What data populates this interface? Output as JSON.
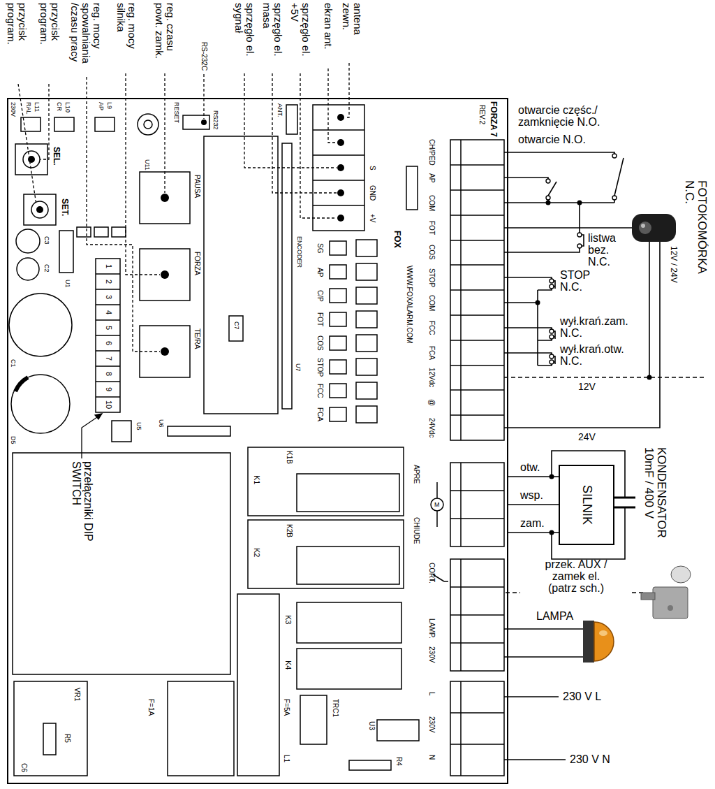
{
  "diagram": {
    "nodes": [
      {
        "text": [
          "FORZA 7"
        ]
      },
      {
        "text": [
          "SILNIK"
        ]
      }
    ],
    "edges": [
      {
        "from": 1,
        "to": 0,
        "arrow": "none",
        "label": "otw."
      },
      {
        "from": 1,
        "to": 0,
        "arrow": "none",
        "label": "wsp."
      },
      {
        "from": 1,
        "to": 0,
        "arrow": "none",
        "label": "zam."
      }
    ],
    "labels": [
      "antena zewn.",
      "ekran ant.",
      "sprzęgło el. +5V",
      "sprzęgło el. masa",
      "sprzęgło el. sygnał",
      "RS-232C",
      "reg. czasu powt. zamk.",
      "reg. mocy silnika",
      "reg. mocy spowalniania /czasu pracy",
      "przycisk program.",
      "przycisk program.",
      "otwarcie częśc./ zamknięcie N.O.",
      "otwarcie N.O.",
      "listwa bez. N.C.",
      "STOP N.C.",
      "wył.krań.zam. N.C.",
      "wył.krań.otw. N.C.",
      "FOTOKOMÓRKA N.C.",
      "12V / 24V",
      "12V",
      "24V",
      "KONDENSATOR 10mF / 400 V",
      "przek. AUX / zamek el. (patrz sch.)",
      "LAMPA",
      "230 V L",
      "230 V N",
      "przełączniki DIP SWITCH",
      "REV.2",
      "230V",
      "RAL",
      "L11",
      "CR",
      "L10",
      "AP",
      "L9",
      "RESET",
      "RS232",
      "ANT.",
      "SEL.",
      "SET.",
      "U11",
      "PAUSA",
      "FORZA",
      "TE/RA",
      "C3",
      "C2",
      "U1",
      "C1",
      "D5",
      "1",
      "2",
      "3",
      "4",
      "5",
      "6",
      "7",
      "8",
      "9",
      "10",
      "C7",
      "ENCODER",
      "U7",
      "S",
      "GND",
      "+V",
      "SG",
      "AP",
      "C/P",
      "FOT",
      "COS",
      "STOP",
      "FCC",
      "FCA",
      "FOX",
      "WWW.FOXALARM.COM",
      "CH/PED",
      "AP",
      "COM",
      "FOT",
      "COS",
      "STOP",
      "COM",
      "FCC",
      "FCA",
      "12Vdc",
      "@",
      "24Vdc",
      "U5",
      "U6",
      "K1",
      "K1B",
      "K2",
      "K2B",
      "K3",
      "K4",
      "APRE",
      "M",
      "CHIUDE",
      "CORT.",
      "LAMP.",
      "230V",
      "L",
      "230V",
      "N",
      "F=5A",
      "L1",
      "TRC1",
      "F=1A",
      "VR1",
      "R5",
      "C6",
      "U3",
      "R4"
    ]
  }
}
